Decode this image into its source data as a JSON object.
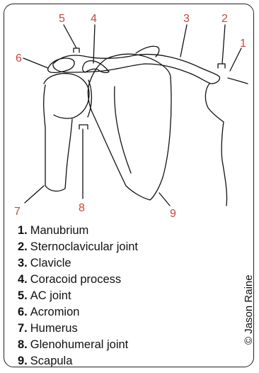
{
  "callouts": [
    {
      "num": "1"
    },
    {
      "num": "2"
    },
    {
      "num": "3"
    },
    {
      "num": "4"
    },
    {
      "num": "5"
    },
    {
      "num": "6"
    },
    {
      "num": "7"
    },
    {
      "num": "8"
    },
    {
      "num": "9"
    }
  ],
  "legend": [
    {
      "num": "1.",
      "label": "Manubrium"
    },
    {
      "num": "2.",
      "label": "Sternoclavicular joint"
    },
    {
      "num": "3.",
      "label": "Clavicle"
    },
    {
      "num": "4.",
      "label": "Coracoid process"
    },
    {
      "num": "5.",
      "label": "AC joint"
    },
    {
      "num": "6.",
      "label": "Acromion"
    },
    {
      "num": "7.",
      "label": "Humerus"
    },
    {
      "num": "8.",
      "label": "Glenohumeral joint"
    },
    {
      "num": "9.",
      "label": "Scapula"
    }
  ],
  "credit": "© Jason Raine",
  "colors": {
    "callout_numbers": "#c8463c",
    "lines": "#111111",
    "border": "#222222"
  }
}
